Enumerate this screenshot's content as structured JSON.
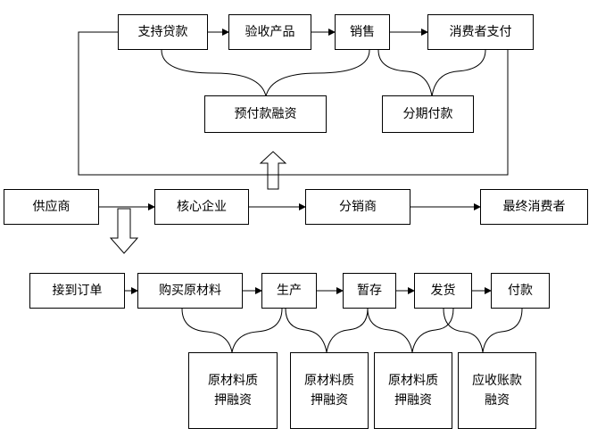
{
  "main_chain": {
    "supplier": "供应商",
    "core_enterprise": "核心企业",
    "distributor": "分销商",
    "final_consumer": "最终消费者"
  },
  "upper_flow": {
    "steps": [
      "支持贷款",
      "验收产品",
      "销售",
      "消费者支付"
    ],
    "prepayment_financing": "预付款融资",
    "installment_payment": "分期付款"
  },
  "lower_flow": {
    "steps": [
      "接到订单",
      "购买原材料",
      "生产",
      "暂存",
      "发货",
      "付款"
    ],
    "financing_boxes": [
      "原材料质\n押融资",
      "原材料质\n押融资",
      "原材料质\n押融资",
      "应收账款\n融资"
    ]
  }
}
